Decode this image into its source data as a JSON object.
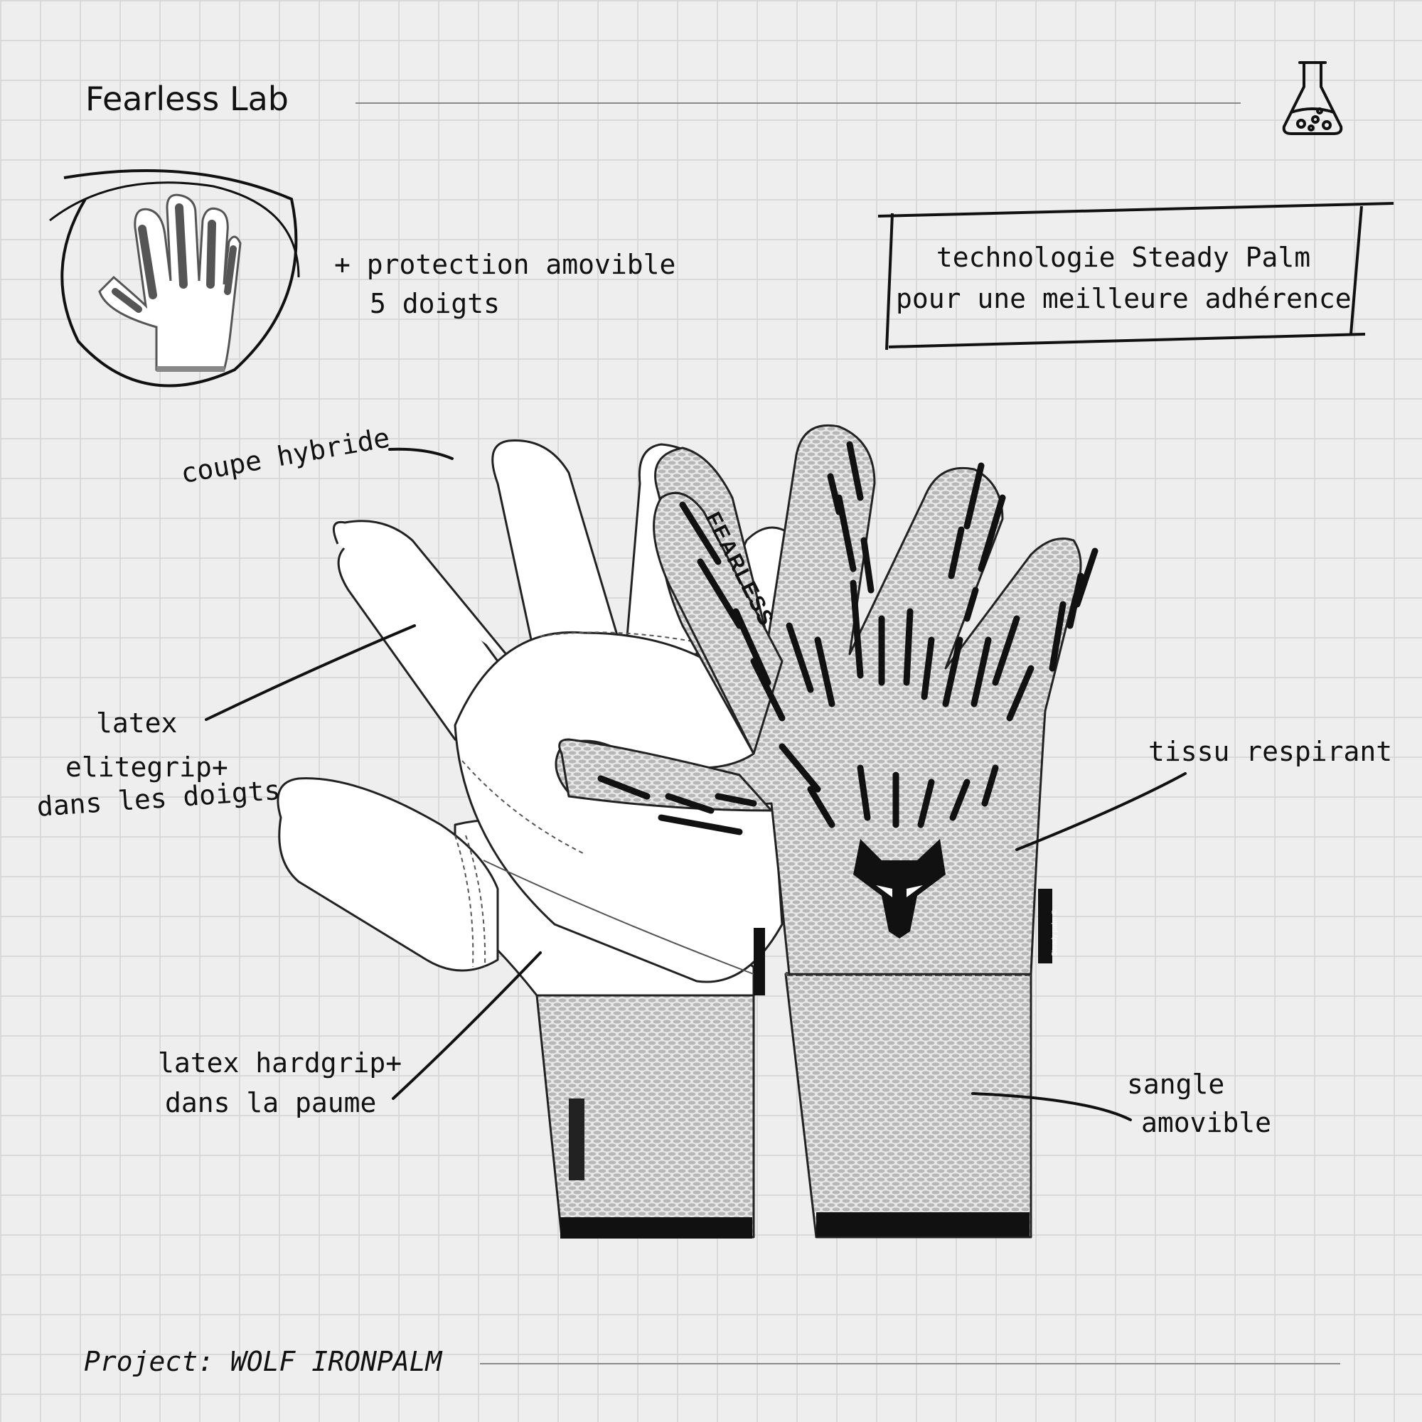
{
  "header": {
    "brand": "Fearless Lab",
    "icon": "flask-icon"
  },
  "callouts": {
    "protection_line1": "+ protection amovible",
    "protection_line2": "5 doigts",
    "technology_line1": "technologie Steady Palm",
    "technology_line2": "pour une meilleure adhérence",
    "cut": "coupe hybride",
    "latex_fingers_line1": "latex",
    "latex_fingers_line2": "elitegrip+",
    "latex_fingers_line3": "dans les doigts",
    "fabric": "tissu respirant",
    "palm_line1": "latex hardgrip+",
    "palm_line2": "dans la paume",
    "strap_line1": "sangle",
    "strap_line2": "amovible"
  },
  "glove": {
    "logo_text": "FEARLESS",
    "label_text": "Steady palm ©"
  },
  "footer": {
    "project_label": "Project:",
    "project_name": "WOLF IRONPALM"
  }
}
